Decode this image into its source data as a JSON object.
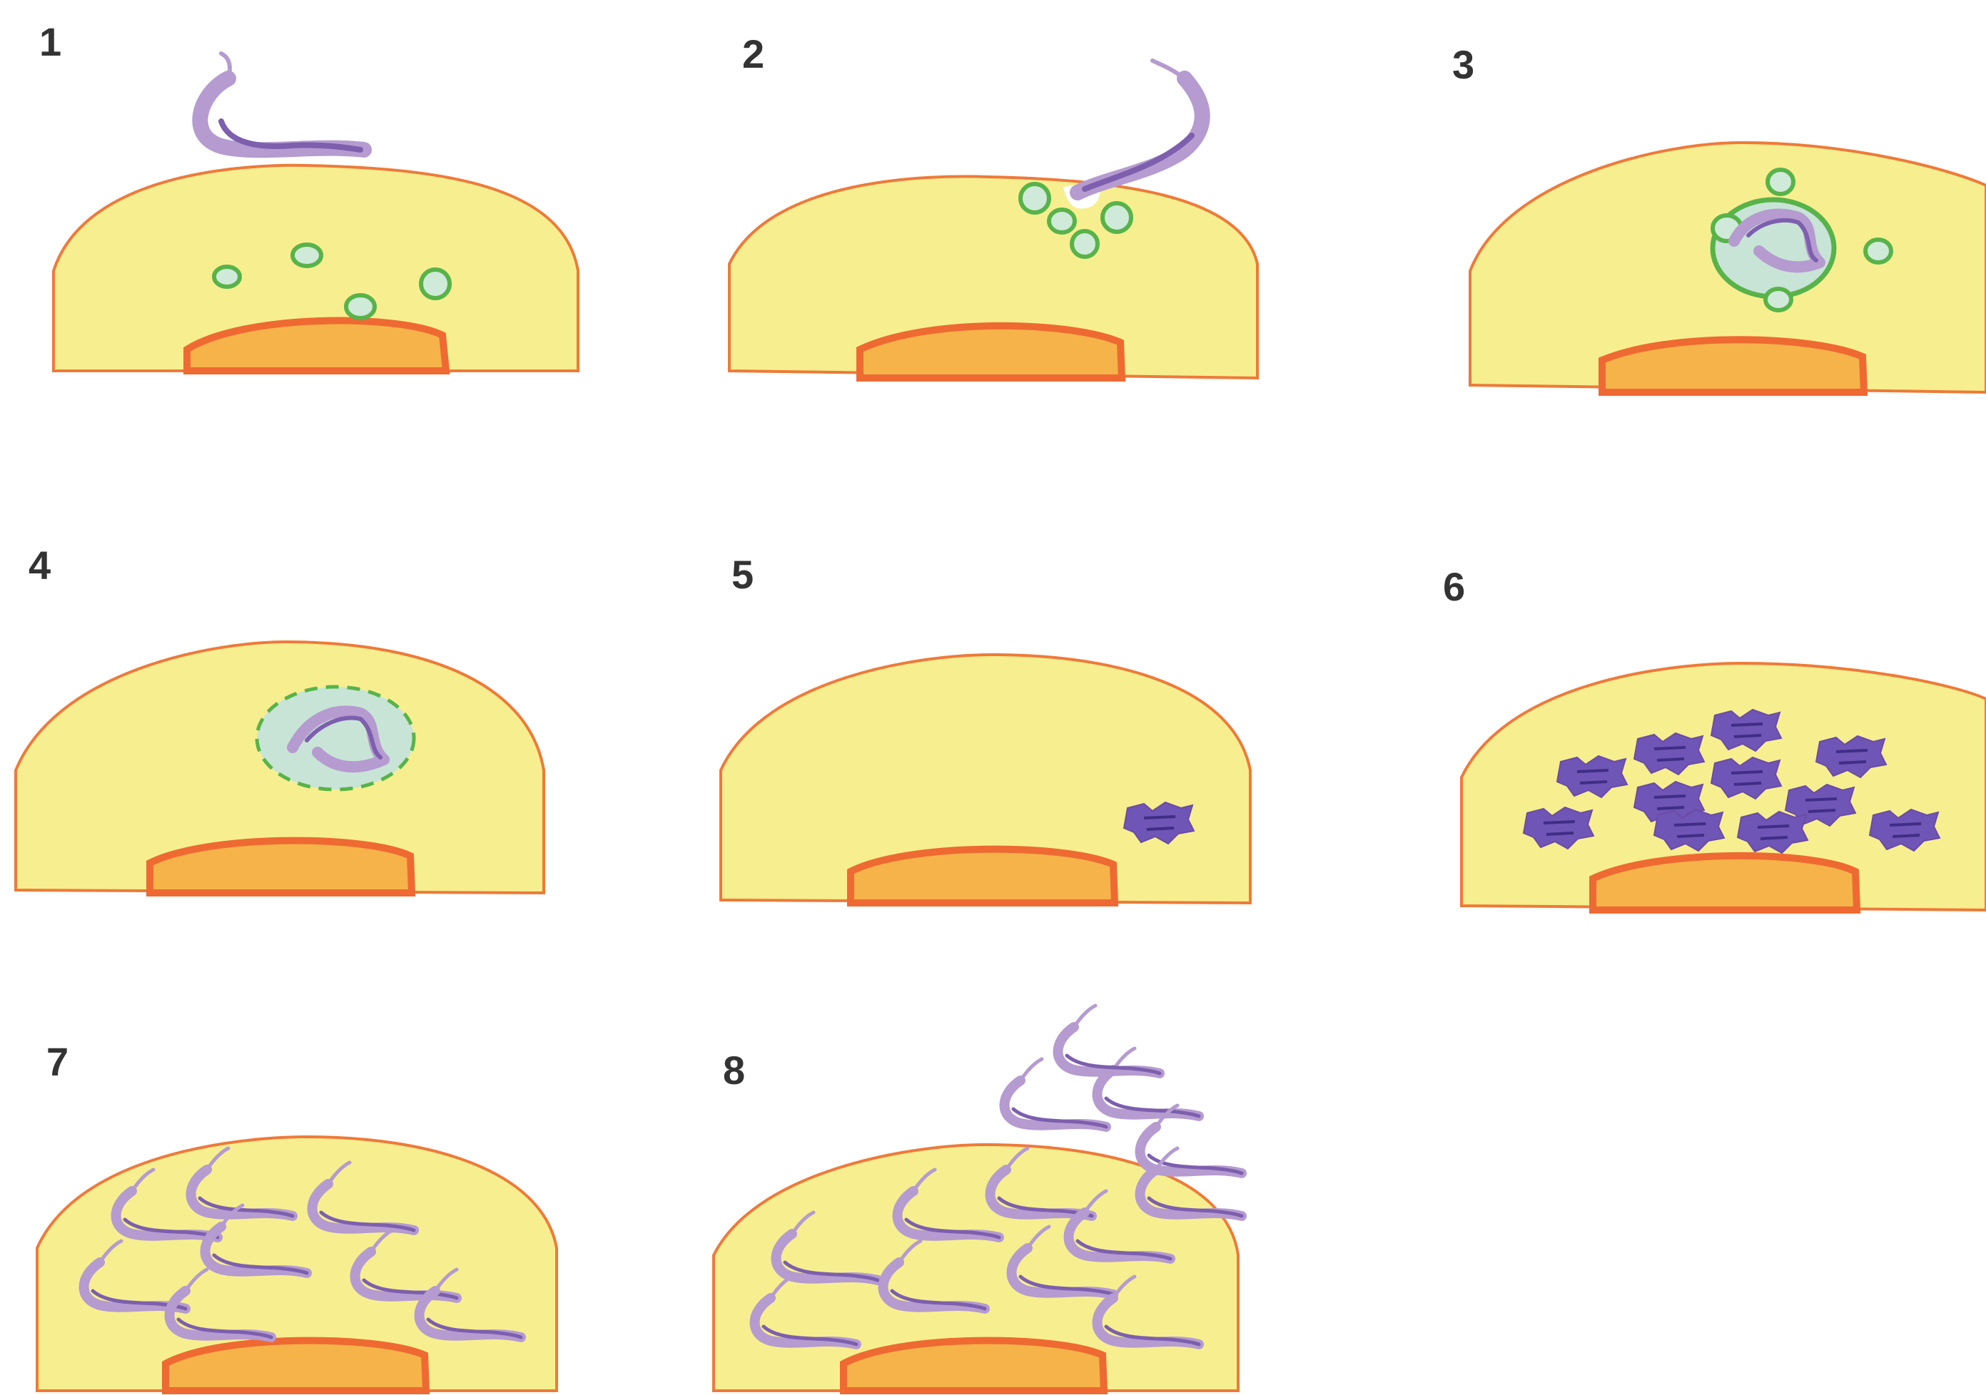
{
  "colors": {
    "cytoplasm": "#f7ef8f",
    "cell_border": "#ee7a3a",
    "nucleus_fill": "#f6b34a",
    "nucleus_border": "#ee6a32",
    "vesicle_border": "#58b34a",
    "vacuole_fill": "#c8e4d6",
    "parasite_body": "#b59bd0",
    "parasite_core": "#7d5fae",
    "amastigote_fill": "#6f55b5"
  },
  "panels": [
    {
      "number": "1"
    },
    {
      "number": "2"
    },
    {
      "number": "3"
    },
    {
      "number": "4"
    },
    {
      "number": "5"
    },
    {
      "number": "6"
    },
    {
      "number": "7"
    },
    {
      "number": "8"
    }
  ]
}
